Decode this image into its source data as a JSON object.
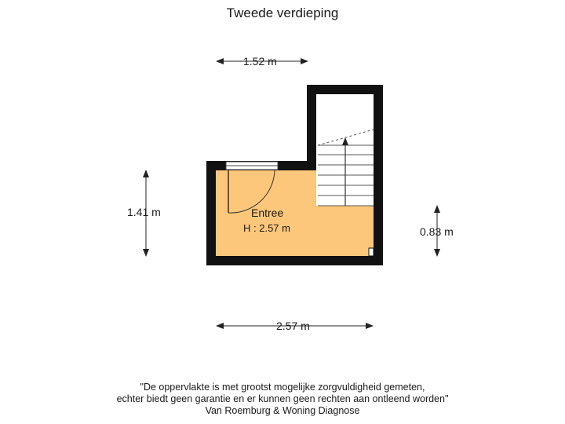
{
  "title": "Tweede verdieping",
  "room": {
    "name": "Entree",
    "height": "H : 2.57 m",
    "floor_color": "#fcc77a"
  },
  "dimensions": {
    "top": "1.52 m",
    "left": "1.41 m",
    "right": "0.83 m",
    "bottom": "2.57 m"
  },
  "disclaimer": {
    "line1": "\"De oppervlakte is met grootst mogelijke zorgvuldigheid gemeten,",
    "line2": "echter biedt geen garantie en er kunnen geen rechten aan ontleend worden\"",
    "line3": "Van Roemburg & Woning Diagnose"
  },
  "colors": {
    "wall": "#111111",
    "floor": "#fcc77a",
    "stair_bg": "#ffffff",
    "dimension_line": "#222222"
  }
}
